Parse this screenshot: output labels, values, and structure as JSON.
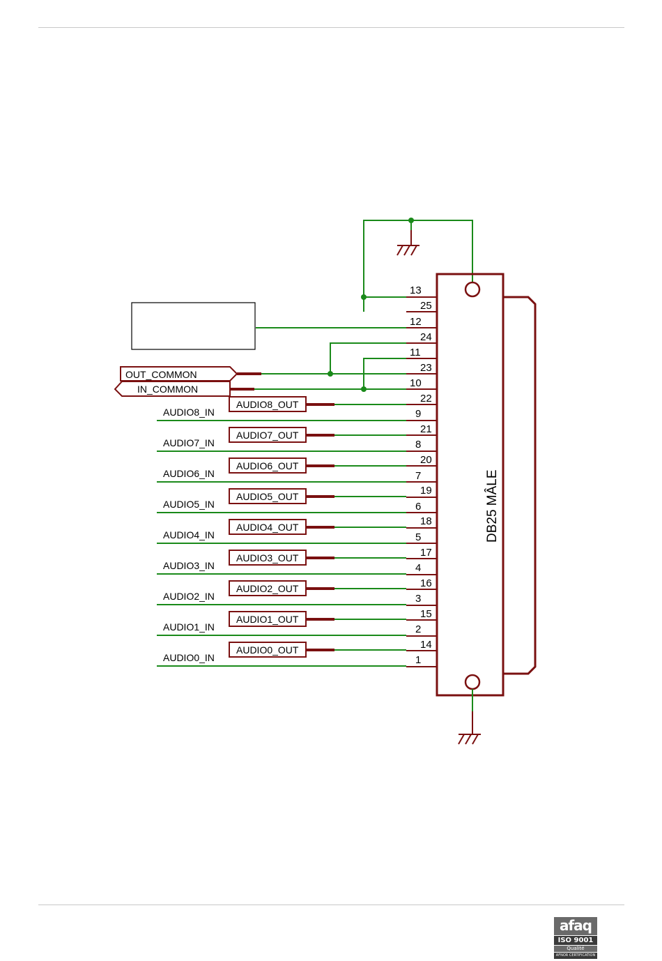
{
  "colors": {
    "wire": "#1a8a1a",
    "symbol": "#7a1010",
    "junction": "#1a8a1a",
    "rule": "#c8c8c8"
  },
  "connector": {
    "name": "DB25 MÂLE"
  },
  "pins": {
    "p13": "13",
    "p25": "25",
    "p12": "12",
    "p24": "24",
    "p11": "11",
    "p23": "23",
    "p10": "10",
    "p22": "22",
    "p9": "9",
    "p21": "21",
    "p8": "8",
    "p20": "20",
    "p7": "7",
    "p19": "19",
    "p6": "6",
    "p18": "18",
    "p5": "5",
    "p17": "17",
    "p4": "4",
    "p16": "16",
    "p3": "3",
    "p15": "15",
    "p2": "2",
    "p14": "14",
    "p1": "1"
  },
  "nets": {
    "out_common": "OUT_COMMON",
    "in_common": "IN_COMMON",
    "outputs": [
      "AUDIO8_OUT",
      "AUDIO7_OUT",
      "AUDIO6_OUT",
      "AUDIO5_OUT",
      "AUDIO4_OUT",
      "AUDIO3_OUT",
      "AUDIO2_OUT",
      "AUDIO1_OUT",
      "AUDIO0_OUT"
    ],
    "inputs": [
      "AUDIO8_IN",
      "AUDIO7_IN",
      "AUDIO6_IN",
      "AUDIO5_IN",
      "AUDIO4_IN",
      "AUDIO3_IN",
      "AUDIO2_IN",
      "AUDIO1_IN",
      "AUDIO0_IN"
    ]
  },
  "logo": {
    "brand": "afaq",
    "standard": "ISO 9001",
    "tagline": "Qualité",
    "issuer": "AFNOR CERTIFICATION"
  }
}
